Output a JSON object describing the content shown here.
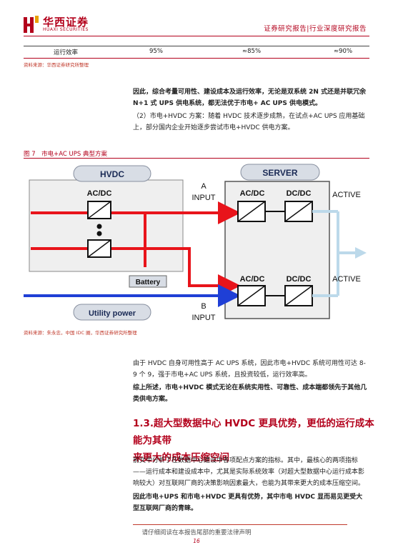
{
  "header": {
    "logo_cn": "华西证券",
    "logo_en": "HUAXI SECURITIES",
    "right_text": "证券研究报告|行业深度研究报告"
  },
  "table": {
    "row_label": "运行效率",
    "values": [
      "95%",
      "≈85%",
      "≈90%"
    ]
  },
  "source1": "资料来源：华西证券研究所整理",
  "para1": "因此，综合考量可用性、建设成本及运行效率，无论是双系统 2N 式还是并联冗余 N+1 式 UPS 供电系统，都无法优于市电+ AC UPS 供电模式。",
  "para2": "（2）市电+HVDC 方案：随着 HVDC 技术逐步成熟，在试点+AC UPS 应用基础上，部分国内企业开始逐步尝试市电+HVDC 供电方案。",
  "figure": {
    "title": "图 7　市电+AC UPS 典型方案",
    "labels": {
      "hvdc": "HVDC",
      "server": "SERVER",
      "acdc_left": "AC/DC",
      "a_input_1": "A",
      "a_input_2": "INPUT",
      "b_input_1": "B",
      "b_input_2": "INPUT",
      "acdc_top": "AC/DC",
      "dcdc_top": "DC/DC",
      "acdc_bottom": "AC/DC",
      "dcdc_bottom": "DC/DC",
      "active_top": "ACTIVE",
      "active_bottom": "ACTIVE",
      "battery": "Battery",
      "utility": "Utility power"
    },
    "colors": {
      "red": "#e8141b",
      "blue": "#1f3fd6",
      "arrow": "#bcd9ea"
    }
  },
  "source2": "资料来源：朱永忠，中国 IDC 圈，华西证券研究所整理",
  "para3": "由于 HVDC 自身可用性高于 AC UPS 系统，因此市电+HVDC 系统可用性可达 8-9 个 9，强于市电+AC UPS 系统，且投资较低，运行效率高。",
  "para4": "综上所述，市电+HVDC 模式无论在系统实用性、可靠性、成本端都领先于其他几类供电方案。",
  "section": {
    "line1": "1.3.超大型数据中心 HVDC 更具优势，更低的运行成本能为其带",
    "line2": "来更大的成本压缩空间"
  },
  "para5": "前文中分析了在数据中心建设中各项配点方案的指标。其中，最核心的两项指标——运行成本和建设成本中，尤其是实际系统效率（对超大型数据中心运行成本影响较大）对互联网厂商的决策影响因素最大，也能为其带来更大的成本压缩空间。",
  "para6": "因此市电+UPS 和市电+HVDC 更具有优势，其中市电 HVDC 显而易见更受大型互联网厂商的青睐。",
  "footer": "请仔细阅读在本报告尾部的重要法律声明",
  "page_number": "16"
}
